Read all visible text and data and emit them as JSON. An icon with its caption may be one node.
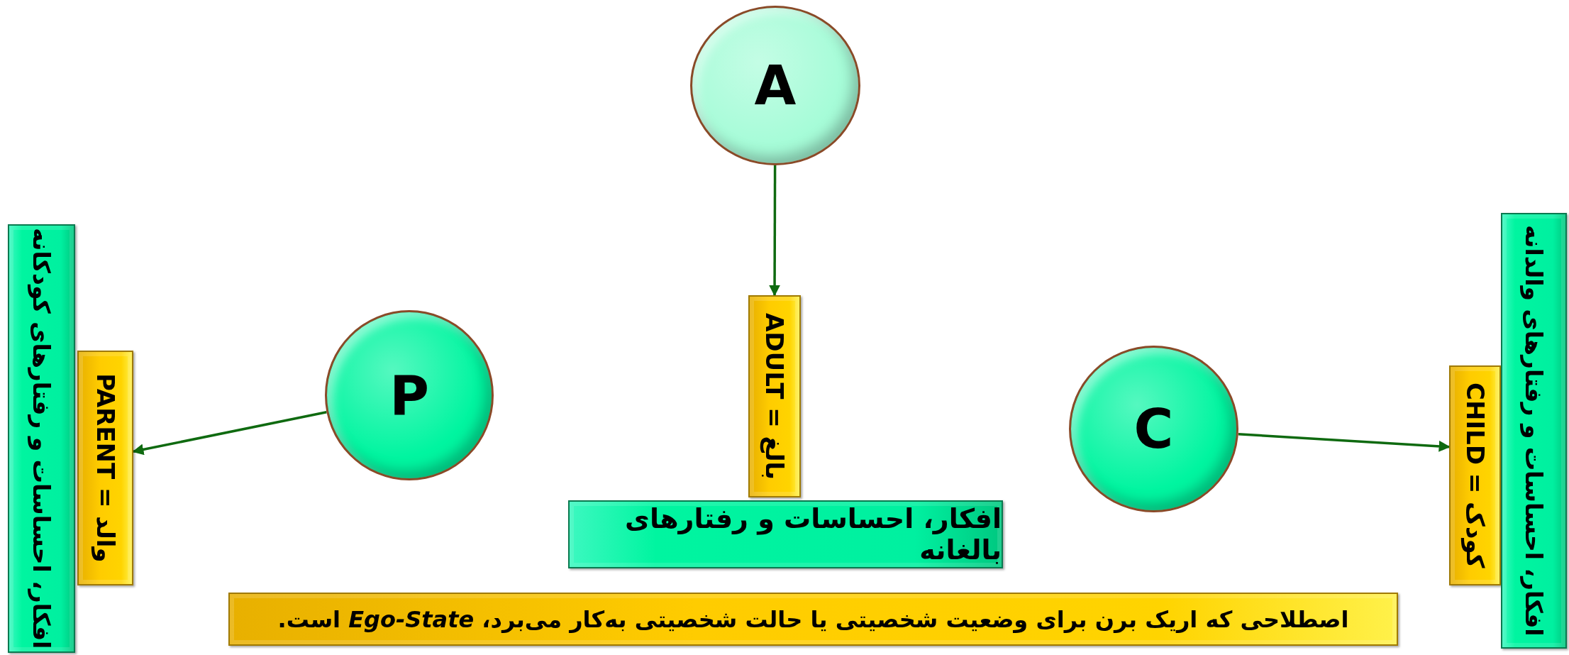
{
  "diagram": {
    "nodes": [
      {
        "text": [
          "A"
        ]
      },
      {
        "text": [
          "P"
        ]
      },
      {
        "text": [
          "C"
        ]
      },
      {
        "text": [
          "بالغ = ADULT"
        ]
      },
      {
        "text": [
          "افکار، احساسات و رفتارهای بالغانه"
        ]
      },
      {
        "text": [
          "والد = PARENT"
        ]
      },
      {
        "text": [
          "افکار، احساسات و رفتارهای کودکانه"
        ]
      },
      {
        "text": [
          "کودک = CHILD"
        ]
      },
      {
        "text": [
          "افکار، احساسات و رفتارهای والدانه"
        ]
      },
      {
        "text": [
          "اصطلاحی که اریک برن برای وضعیت شخصیتی یا حالت شخصیتی به‌کار می‌برد، *Ego-State* است."
        ]
      }
    ],
    "edges": [
      {
        "from": 0,
        "to": 3,
        "arrow": "to"
      },
      {
        "from": 1,
        "to": 5,
        "arrow": "to"
      },
      {
        "from": 2,
        "to": 7,
        "arrow": "to"
      }
    ]
  }
}
